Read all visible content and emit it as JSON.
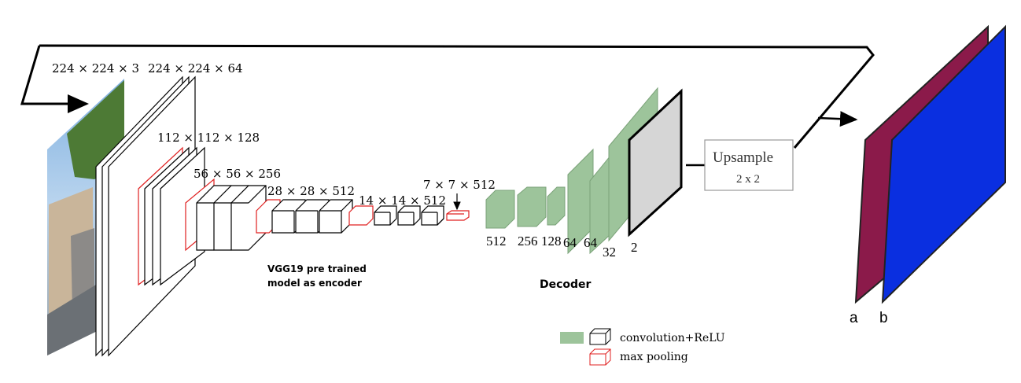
{
  "encoder": {
    "input_label": "224 × 224 × 3",
    "stages": [
      {
        "label": "224 × 224 × 64"
      },
      {
        "label": "112 × 112 × 128"
      },
      {
        "label": "56 × 56 × 256"
      },
      {
        "label": "28 × 28 × 512"
      },
      {
        "label": "14 × 14 × 512"
      },
      {
        "label": "7 × 7 × 512"
      }
    ],
    "caption_line1": "VGG19 pre trained",
    "caption_line2": "model as encoder"
  },
  "decoder": {
    "channels": [
      "512",
      "256",
      "128",
      "64",
      "64",
      "32",
      "2"
    ],
    "caption": "Decoder"
  },
  "upsample": {
    "title": "Upsample",
    "factor": "2 x 2"
  },
  "outputs": {
    "a_label": "a",
    "b_label": "b",
    "a_color": "#8b1a4a",
    "b_color": "#0a2fe0"
  },
  "legend": {
    "conv_label": "convolution+ReLU",
    "pool_label": "max pooling",
    "conv_color": "#9dc49b",
    "pool_color": "#e02020"
  }
}
